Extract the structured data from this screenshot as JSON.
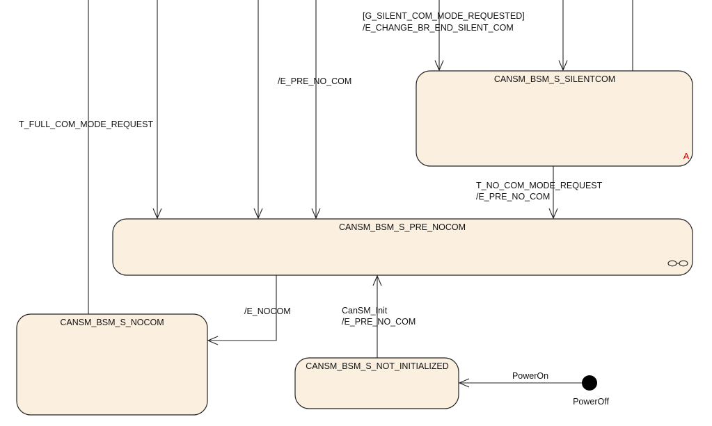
{
  "states": {
    "silentcom": "CANSM_BSM_S_SILENTCOM",
    "pre_nocom": "CANSM_BSM_S_PRE_NOCOM",
    "nocom": "CANSM_BSM_S_NOCOM",
    "not_initialized": "CANSM_BSM_S_NOT_INITIALIZED"
  },
  "markers": {
    "silentcom_corner": "A"
  },
  "transitions": {
    "to_silent_guard": "[G_SILENT_COM_MODE_REQUESTED]",
    "to_silent_effect": "/E_CHANGE_BR_END_SILENT_COM",
    "pre_no_com_top": "/E_PRE_NO_COM",
    "full_com_request": "T_FULL_COM_MODE_REQUEST",
    "silent_to_pre_trigger": "T_NO_COM_MODE_REQUEST",
    "silent_to_pre_effect": "/E_PRE_NO_COM",
    "pre_to_nocom_effect": "/E_NOCOM",
    "init_trigger": "CanSM_Init",
    "init_effect": "/E_PRE_NO_COM",
    "power_on": "PowerOn"
  },
  "pseudostates": {
    "initial_label": "PowerOff"
  }
}
